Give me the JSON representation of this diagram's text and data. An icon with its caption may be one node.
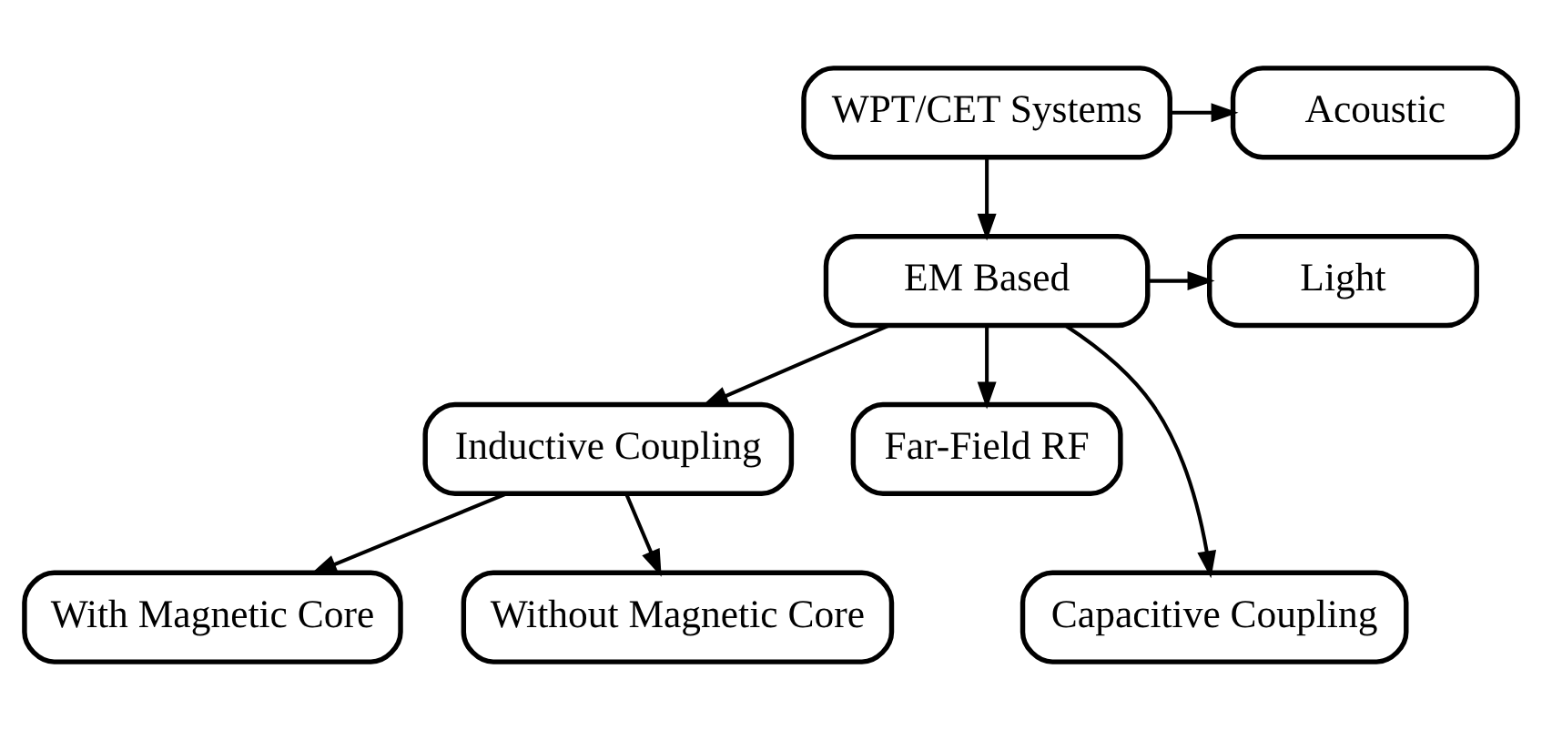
{
  "diagram": {
    "nodes": [
      {
        "text": [
          "WPT/CET Systems"
        ]
      },
      {
        "text": [
          "Acoustic"
        ]
      },
      {
        "text": [
          "EM Based"
        ]
      },
      {
        "text": [
          "Light"
        ]
      },
      {
        "text": [
          "Inductive Coupling"
        ]
      },
      {
        "text": [
          "Far-Field RF"
        ]
      },
      {
        "text": [
          "Capacitive Coupling"
        ]
      },
      {
        "text": [
          "With Magnetic Core"
        ]
      },
      {
        "text": [
          "Without Magnetic Core"
        ]
      }
    ],
    "edges": [
      {
        "from": 0,
        "to": 1,
        "arrow": "to"
      },
      {
        "from": 0,
        "to": 2,
        "arrow": "to"
      },
      {
        "from": 2,
        "to": 3,
        "arrow": "to"
      },
      {
        "from": 2,
        "to": 4,
        "arrow": "to"
      },
      {
        "from": 2,
        "to": 5,
        "arrow": "to"
      },
      {
        "from": 2,
        "to": 6,
        "arrow": "to"
      },
      {
        "from": 4,
        "to": 7,
        "arrow": "to"
      },
      {
        "from": 4,
        "to": 8,
        "arrow": "to"
      }
    ]
  }
}
